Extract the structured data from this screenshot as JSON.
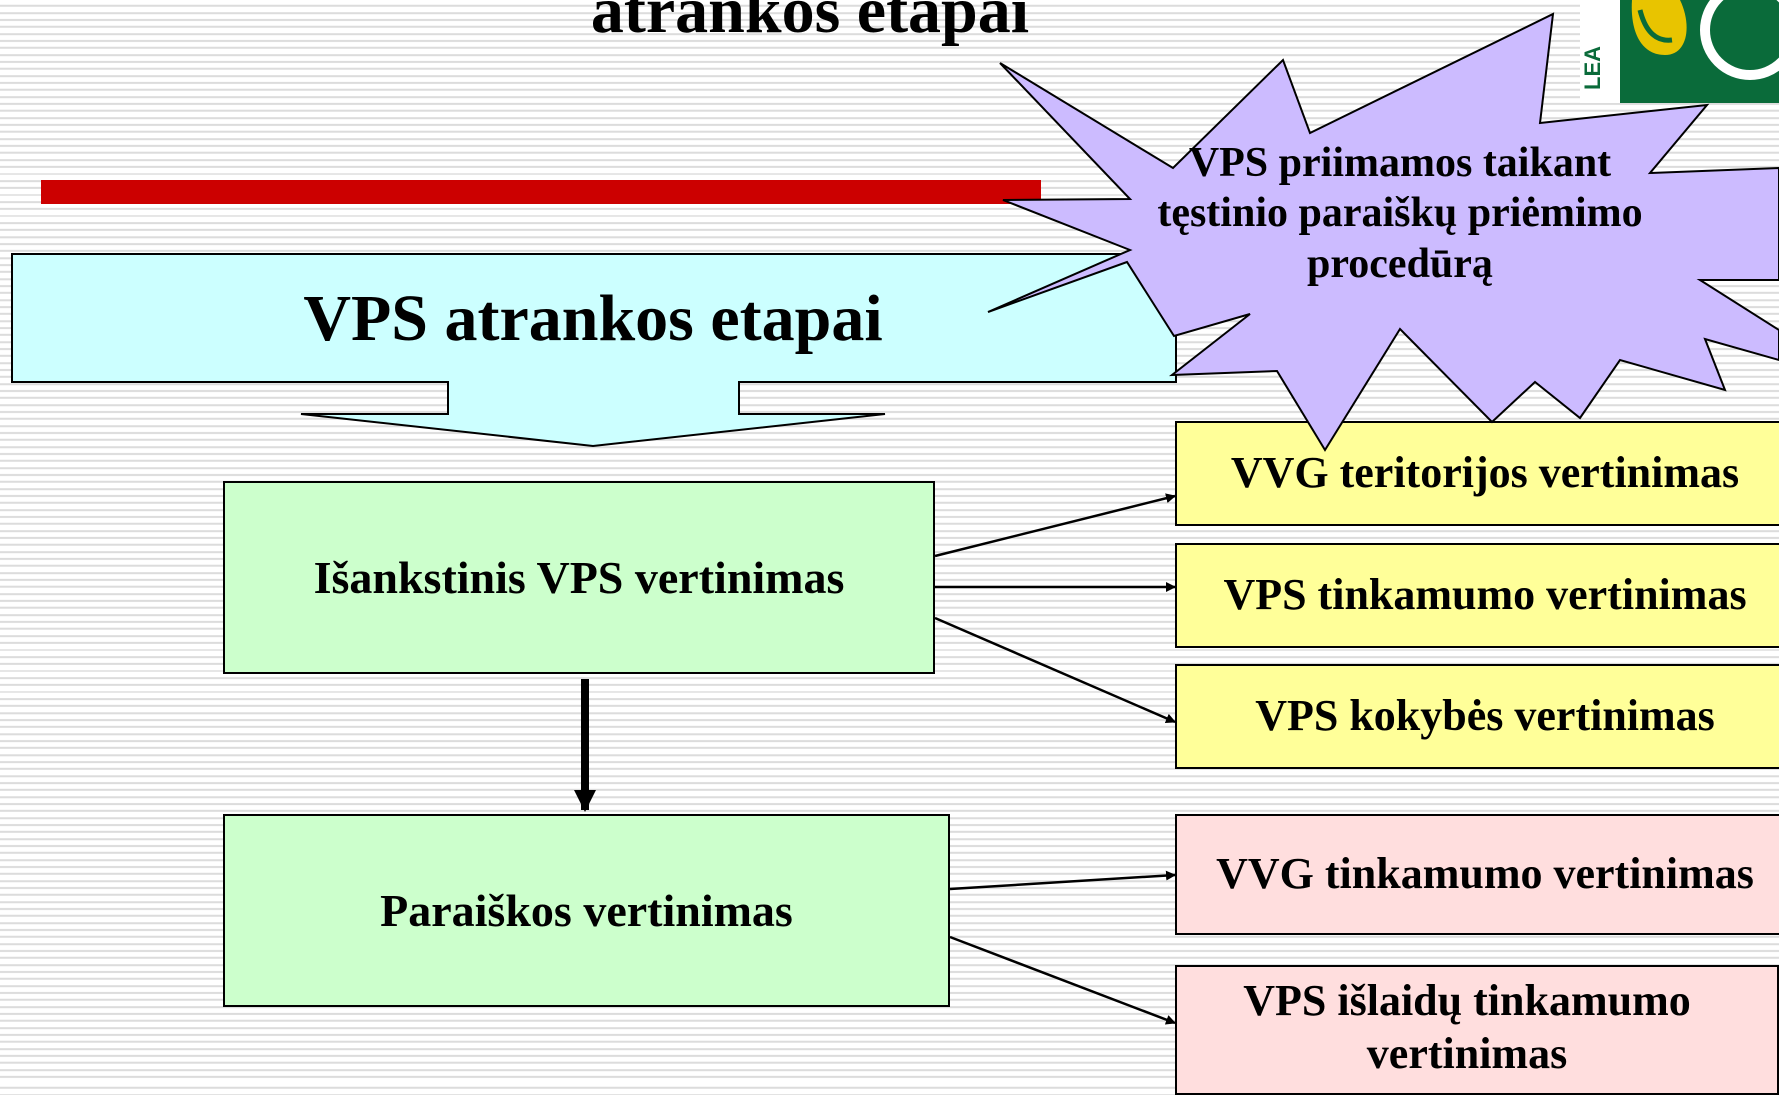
{
  "slide": {
    "title": "atrankos etapai",
    "callout_title": "VPS atrankos etapai",
    "starburst_lines": [
      "VPS priimamos taikant",
      "tęstinio paraiškų priėmimo",
      "procedūrą"
    ],
    "stages": [
      {
        "label": "Išankstinis VPS vertinimas"
      },
      {
        "label": "Paraiškos vertinimas"
      }
    ],
    "criteria_stage1": [
      {
        "label": "VVG teritorijos vertinimas"
      },
      {
        "label": "VPS tinkamumo vertinimas"
      },
      {
        "label": "VPS kokybės vertinimas"
      }
    ],
    "criteria_stage2": [
      {
        "label": "VVG tinkamumo vertinimas"
      },
      {
        "label": "VPS išlaidų tinkamumo vertinimas"
      }
    ],
    "colors": {
      "red_bar": "#cc0000",
      "callout_fill": "#ccffff",
      "stage_fill": "#ccffcc",
      "criteria1_fill": "#ffff99",
      "criteria2_fill": "#ffdede",
      "starburst_fill": "#ccbbff",
      "logo_green": "#0a6b3a",
      "logo_yellow": "#e8c400"
    },
    "icons": {
      "logo": "leader-logo-icon"
    }
  }
}
